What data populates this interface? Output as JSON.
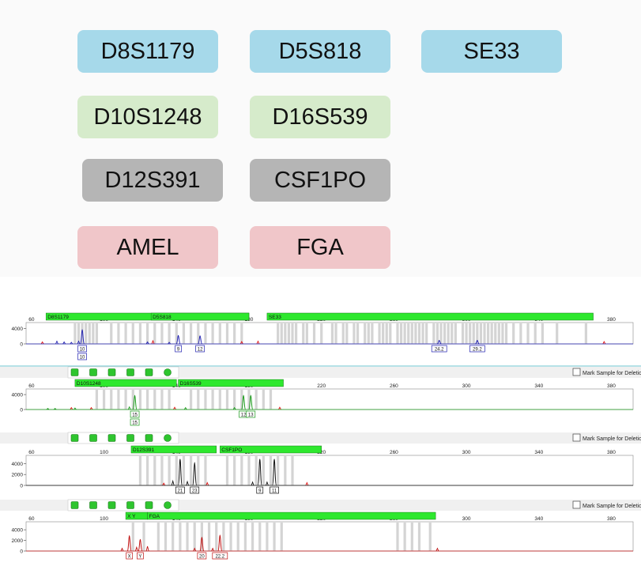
{
  "markers": [
    {
      "label": "D8S1179",
      "color": "#a6d9ea"
    },
    {
      "label": "D5S818",
      "color": "#a6d9ea"
    },
    {
      "label": "SE33",
      "color": "#a6d9ea"
    },
    {
      "label": "D10S1248",
      "color": "#d6ebcb"
    },
    {
      "label": "D16S539",
      "color": "#d6ebcb"
    },
    {
      "label": "D12S391",
      "color": "#b5b5b5"
    },
    {
      "label": "CSF1PO",
      "color": "#b5b5b5"
    },
    {
      "label": "AMEL",
      "color": "#f0c6c9"
    },
    {
      "label": "FGA",
      "color": "#f0c6c9"
    }
  ],
  "ui": {
    "mark_label": "Mark Sample for Deletion",
    "bin_color": "#d4d4d4",
    "locus_bar_color": "#2ee82e"
  },
  "chart_data": {
    "type": "line",
    "xlim": [
      57,
      392
    ],
    "x_ticks": [
      "60",
      "100",
      "140",
      "180",
      "220",
      "260",
      "300",
      "340",
      "380"
    ],
    "panels": [
      {
        "color": "#1f1fb0",
        "ylim": [
          0,
          5500
        ],
        "y_ticks": [
          "4000",
          "0"
        ],
        "loci": [
          {
            "name": "D8S1179",
            "start": 68,
            "end": 180
          },
          {
            "name": "D5S818",
            "start": 126,
            "end": 180
          },
          {
            "name": "SE33",
            "start": 190,
            "end": 370
          }
        ],
        "bins": [
          84,
          86,
          88,
          90,
          92,
          94,
          96,
          104,
          108,
          112,
          116,
          120,
          124,
          128,
          132,
          136,
          140,
          144,
          148,
          152,
          156,
          160,
          164,
          168,
          172,
          176,
          196,
          198,
          200,
          202,
          204,
          206,
          210,
          212,
          216,
          220,
          226,
          228,
          232,
          234,
          238,
          240,
          244,
          246,
          248,
          252,
          254,
          256,
          258,
          262,
          264,
          266,
          268,
          270,
          272,
          274,
          276,
          278,
          282,
          284,
          286,
          288,
          290,
          292,
          294,
          298,
          300,
          302,
          304,
          306,
          308,
          310,
          312,
          314,
          316,
          318,
          320,
          322,
          326,
          330,
          334,
          338,
          342,
          350,
          366
        ],
        "peaks": [
          {
            "x": 88,
            "h": 3700,
            "alleles": [
              "10",
              "10"
            ]
          },
          {
            "x": 141,
            "h": 2200,
            "alleles": [
              "9"
            ]
          },
          {
            "x": 153,
            "h": 2100,
            "alleles": [
              "12"
            ]
          },
          {
            "x": 285,
            "h": 900,
            "alleles": [
              "24.2"
            ]
          },
          {
            "x": 306,
            "h": 900,
            "alleles": [
              "29.2"
            ]
          }
        ],
        "artifacts": [
          {
            "x": 74,
            "h": 700,
            "c": "#1f1fb0"
          },
          {
            "x": 78,
            "h": 500,
            "c": "#1f1fb0"
          },
          {
            "x": 82,
            "h": 400,
            "c": "#1f1fb0"
          },
          {
            "x": 86,
            "h": 700,
            "c": "#1f1fb0"
          },
          {
            "x": 124,
            "h": 500,
            "c": "#1f1fb0"
          },
          {
            "x": 127,
            "h": 800,
            "c": "#e01010"
          },
          {
            "x": 136,
            "h": 400,
            "c": "#1f1fb0"
          },
          {
            "x": 66,
            "h": 500,
            "c": "#e01010"
          },
          {
            "x": 176,
            "h": 600,
            "c": "#e01010"
          },
          {
            "x": 185,
            "h": 700,
            "c": "#e01010"
          },
          {
            "x": 376,
            "h": 600,
            "c": "#e01010"
          }
        ]
      },
      {
        "color": "#1a9a1a",
        "ylim": [
          0,
          5500
        ],
        "y_ticks": [
          "4000",
          "0"
        ],
        "loci": [
          {
            "name": "D10S1248",
            "start": 84,
            "end": 140
          },
          {
            "name": "D16S539",
            "start": 141,
            "end": 199
          }
        ],
        "bins": [
          96,
          100,
          104,
          108,
          112,
          116,
          120,
          124,
          128,
          132,
          136,
          148,
          152,
          156,
          160,
          164,
          168,
          172,
          176,
          180,
          184,
          188,
          192
        ],
        "peaks": [
          {
            "x": 117,
            "h": 3800,
            "alleles": [
              "15",
              "15"
            ]
          },
          {
            "x": 177,
            "h": 3800,
            "alleles": [
              "12"
            ]
          },
          {
            "x": 181,
            "h": 3800,
            "alleles": [
              "13"
            ]
          }
        ],
        "artifacts": [
          {
            "x": 69,
            "h": 300,
            "c": "#1a9a1a"
          },
          {
            "x": 73,
            "h": 300,
            "c": "#1a9a1a"
          },
          {
            "x": 82,
            "h": 500,
            "c": "#e01010"
          },
          {
            "x": 84,
            "h": 400,
            "c": "#1a9a1a"
          },
          {
            "x": 93,
            "h": 500,
            "c": "#e01010"
          },
          {
            "x": 114,
            "h": 700,
            "c": "#1a9a1a"
          },
          {
            "x": 139,
            "h": 600,
            "c": "#e01010"
          },
          {
            "x": 145,
            "h": 500,
            "c": "#1a9a1a"
          },
          {
            "x": 172,
            "h": 500,
            "c": "#1a9a1a"
          },
          {
            "x": 197,
            "h": 600,
            "c": "#e01010"
          }
        ]
      },
      {
        "color": "#111111",
        "ylim": [
          0,
          5500
        ],
        "y_ticks": [
          "4000",
          "2000",
          "0"
        ],
        "loci": [
          {
            "name": "D12S391",
            "start": 115,
            "end": 162
          },
          {
            "name": "CSF1PO",
            "start": 164,
            "end": 220
          }
        ],
        "bins": [
          120,
          124,
          128,
          132,
          136,
          140,
          144,
          148,
          152,
          156,
          168,
          172,
          176,
          180,
          184,
          188,
          192,
          196,
          200,
          204
        ],
        "peaks": [
          {
            "x": 142,
            "h": 4800,
            "alleles": [
              "21"
            ]
          },
          {
            "x": 150,
            "h": 4200,
            "alleles": [
              "23"
            ]
          },
          {
            "x": 186,
            "h": 4800,
            "alleles": [
              "9"
            ]
          },
          {
            "x": 194,
            "h": 4800,
            "alleles": [
              "11"
            ]
          }
        ],
        "artifacts": [
          {
            "x": 138,
            "h": 800,
            "c": "#111111"
          },
          {
            "x": 146,
            "h": 700,
            "c": "#111111"
          },
          {
            "x": 182,
            "h": 600,
            "c": "#111111"
          },
          {
            "x": 190,
            "h": 600,
            "c": "#111111"
          },
          {
            "x": 157,
            "h": 500,
            "c": "#e01010"
          },
          {
            "x": 133,
            "h": 400,
            "c": "#e01010"
          },
          {
            "x": 212,
            "h": 500,
            "c": "#e01010"
          }
        ]
      },
      {
        "color": "#c01010",
        "ylim": [
          0,
          5500
        ],
        "y_ticks": [
          "4000",
          "2000",
          "0"
        ],
        "loci": [
          {
            "name": "X Y",
            "start": 112,
            "end": 124
          },
          {
            "name": "FGA",
            "start": 124,
            "end": 283
          }
        ],
        "bins": [
          116,
          122,
          130,
          134,
          138,
          142,
          146,
          150,
          154,
          158,
          162,
          166,
          170,
          174,
          178,
          182,
          186,
          190,
          194,
          198,
          262,
          266,
          270,
          274,
          280
        ],
        "peaks": [
          {
            "x": 114,
            "h": 2900,
            "alleles": [
              "X"
            ]
          },
          {
            "x": 120,
            "h": 2200,
            "alleles": [
              "Y"
            ]
          },
          {
            "x": 154,
            "h": 2600,
            "alleles": [
              "20"
            ]
          },
          {
            "x": 164,
            "h": 3000,
            "alleles": [
              "22.2"
            ]
          }
        ],
        "artifacts": [
          {
            "x": 110,
            "h": 500,
            "c": "#c01010"
          },
          {
            "x": 118,
            "h": 700,
            "c": "#c01010"
          },
          {
            "x": 124,
            "h": 900,
            "c": "#c01010"
          },
          {
            "x": 150,
            "h": 500,
            "c": "#c01010"
          },
          {
            "x": 160,
            "h": 500,
            "c": "#c01010"
          },
          {
            "x": 284,
            "h": 500,
            "c": "#c01010"
          }
        ]
      }
    ]
  }
}
